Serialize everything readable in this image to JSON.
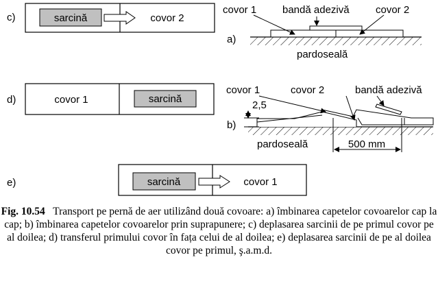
{
  "diagram_c": {
    "label": "c)",
    "load": "sarcină",
    "carpet": "covor 2"
  },
  "diagram_d": {
    "label": "d)",
    "carpet": "covor 1",
    "load": "sarcină"
  },
  "diagram_e": {
    "label": "e)",
    "load": "sarcină",
    "carpet": "covor 1"
  },
  "diagram_a": {
    "label": "a)",
    "carpet1": "covor 1",
    "tape": "bandă adezivă",
    "carpet2": "covor 2",
    "floor": "pardoseală"
  },
  "diagram_b": {
    "label": "b)",
    "carpet1": "covor 1",
    "carpet2": "covor 2",
    "tape": "bandă adezivă",
    "height": "2,5",
    "floor": "pardoseală",
    "overlap": "500 mm"
  },
  "caption": {
    "figure": "Fig. 10.54",
    "text": "Transport pe pernă de aer utilizând două covoare:   a) îmbinarea capetelor covoarelor cap la cap;   b) îmbinarea capetelor covoarelor prin suprapunere;   c) deplasarea sarcinii de pe primul covor pe al doilea;   d) transferul primului covor în fața celui de al doilea;   e) deplasarea sarcinii de pe al doilea covor pe primul, ş.a.m.d."
  },
  "colors": {
    "load_fill": "#c0c0c0",
    "line": "#000000"
  }
}
